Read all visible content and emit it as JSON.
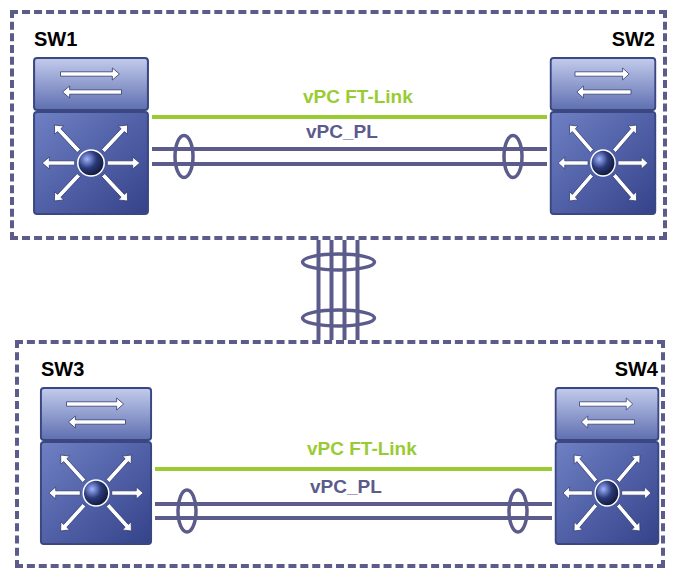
{
  "diagram": {
    "nodes": [
      {
        "text": []
      },
      {
        "text": [
          "SW1"
        ],
        "in": 0
      },
      {
        "text": [
          "SW2"
        ],
        "in": 0
      },
      {
        "text": []
      },
      {
        "text": [
          "SW3"
        ],
        "in": 3
      },
      {
        "text": [
          "SW4"
        ],
        "in": 3
      }
    ],
    "edges": [
      {
        "from": 1,
        "to": 2,
        "label": "vPC FT-Link",
        "arrow": "none"
      },
      {
        "from": 1,
        "to": 2,
        "label": "vPC_PL",
        "arrow": "none"
      },
      {
        "from": 0,
        "to": 3,
        "arrow": "none"
      },
      {
        "from": 4,
        "to": 5,
        "label": "vPC FT-Link",
        "arrow": "none"
      },
      {
        "from": 4,
        "to": 5,
        "label": "vPC_PL",
        "arrow": "none"
      }
    ]
  }
}
